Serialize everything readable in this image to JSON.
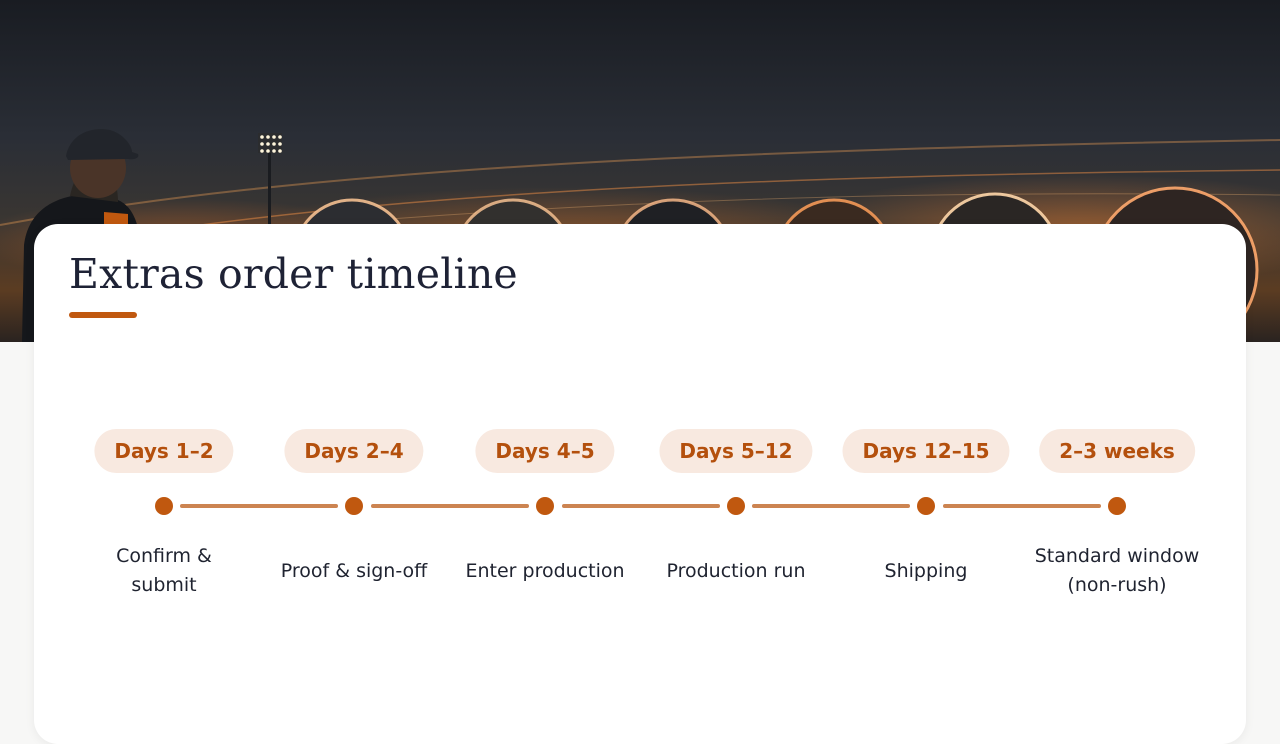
{
  "hero": {
    "background_colors": [
      "#191c22",
      "#3a3632",
      "#e6782a"
    ]
  },
  "card": {
    "title": "Extras order timeline",
    "accent_color": "#c0580f"
  },
  "timeline": {
    "steps": [
      {
        "badge": "Days 1–2",
        "label": "Confirm &\nsubmit"
      },
      {
        "badge": "Days 2–4",
        "label": "Proof & sign-off"
      },
      {
        "badge": "Days 4–5",
        "label": "Enter production"
      },
      {
        "badge": "Days 5–12",
        "label": "Production run"
      },
      {
        "badge": "Days 12–15",
        "label": "Shipping"
      },
      {
        "badge": "2–3 weeks",
        "label": "Standard window\n(non-rush)"
      }
    ]
  }
}
